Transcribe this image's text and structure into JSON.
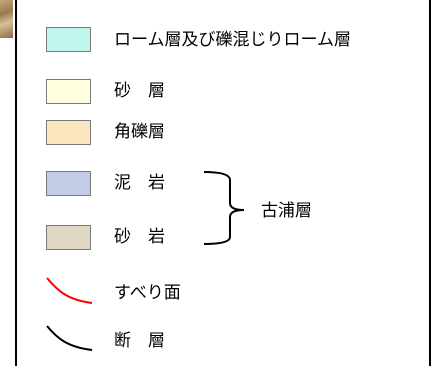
{
  "legend": {
    "items": [
      {
        "label": "ローム層及び礫混じりローム層",
        "color": "#bff7ee"
      },
      {
        "label": "砂　層",
        "color": "#ffffe0"
      },
      {
        "label": "角礫層",
        "color": "#fbe6bf"
      },
      {
        "label": "泥　岩",
        "color": "#c2cce6"
      },
      {
        "label": "砂　岩",
        "color": "#e0d6c4"
      }
    ],
    "group_label": "古浦層",
    "lines": [
      {
        "label": "すべり面",
        "color": "#ff0000"
      },
      {
        "label": "断　層",
        "color": "#000000"
      }
    ]
  }
}
